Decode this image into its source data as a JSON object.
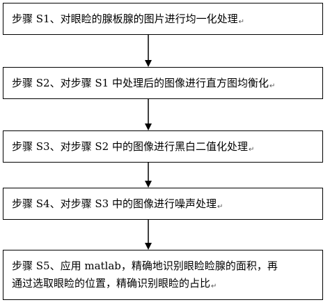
{
  "steps": [
    {
      "text": "步骤 S1、对眼睑的腺板腺的图片进行均一化处理",
      "mark": "↵"
    },
    {
      "text": "步骤 S2、对步骤 S1 中处理后的图像进行直方图均衡化",
      "mark": "↵"
    },
    {
      "text": "步骤 S3、对步骤 S2 中的图像进行黑白二值化处理",
      "mark": "↵"
    },
    {
      "text": "步骤 S4、对步骤 S3 中的图像进行噪声处理",
      "mark": "↵"
    },
    {
      "line1": "步骤 S5、应用 matlab，精确地识别眼睑睑腺的面积，再",
      "line2": "通过选取眼睑的位置，精确识别眼睑的占比",
      "mark": "↵"
    }
  ]
}
